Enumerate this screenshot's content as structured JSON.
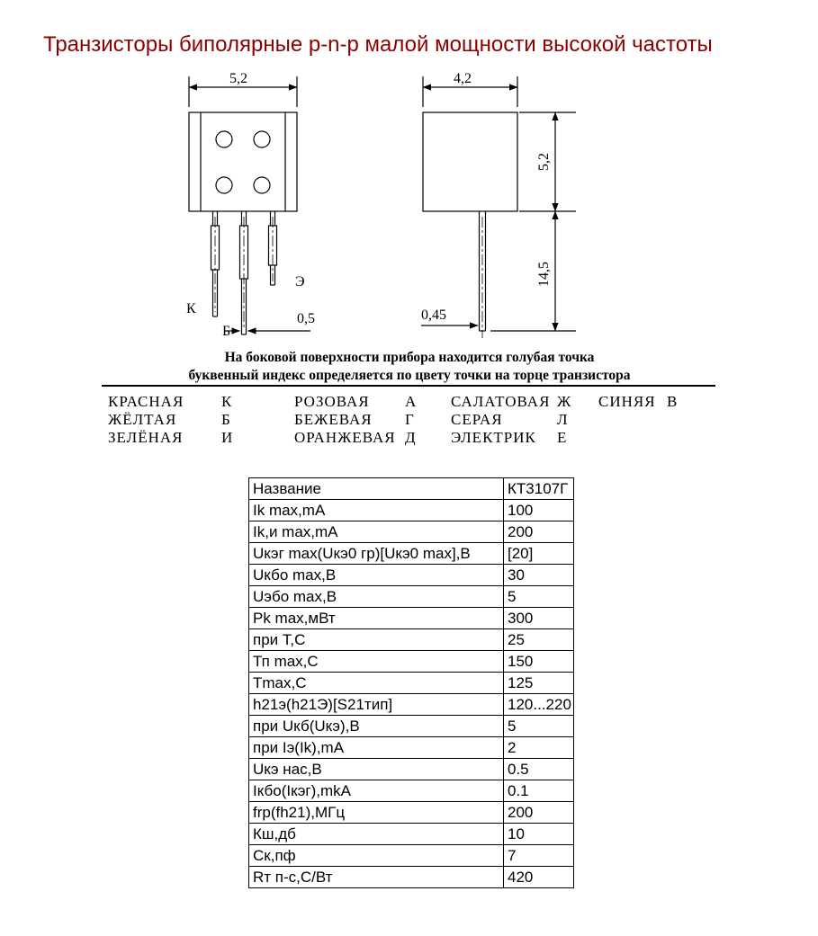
{
  "title": "Транзисторы биполярные p-n-p малой мощности высокой частоты",
  "colors": {
    "title_text": "#8b0000",
    "line": "#000000"
  },
  "drawing": {
    "front_view": {
      "body_width": "5,2",
      "lead_thickness": "0,5",
      "pins": {
        "collector": "К",
        "base": "Б",
        "emitter": "Э"
      }
    },
    "side_view": {
      "body_depth": "4,2",
      "body_height": "5,2",
      "lead_length": "14,5",
      "lead_width": "0,45"
    }
  },
  "notes": {
    "line1": "На боковой поверхности прибора находится голубая точка",
    "line2": "буквенный индекс определяется по цвету точки на торце транзистора"
  },
  "color_code_table": {
    "rows": [
      {
        "c1": "КРАСНАЯ",
        "l1": "К",
        "c2": "РОЗОВАЯ",
        "l2": "А",
        "c3": "САЛАТОВАЯ",
        "l3": "Ж",
        "c4": "СИНЯЯ",
        "l4": "В"
      },
      {
        "c1": "ЖЁЛТАЯ",
        "l1": "Б",
        "c2": "БЕЖЕВАЯ",
        "l2": "Г",
        "c3": "СЕРАЯ",
        "l3": "Л",
        "c4": "",
        "l4": ""
      },
      {
        "c1": "ЗЕЛЁНАЯ",
        "l1": "И",
        "c2": "ОРАНЖЕВАЯ",
        "l2": "Д",
        "c3": "ЭЛЕКТРИК",
        "l3": "Е",
        "c4": "",
        "l4": ""
      }
    ]
  },
  "spec_table": {
    "rows": [
      {
        "param": "Название",
        "value": "КТ3107Г"
      },
      {
        "param": "Ik max,mA",
        "value": "100"
      },
      {
        "param": "Ik,и max,mA",
        "value": "200"
      },
      {
        "param": "Uкэг max(Uкэ0 гр)[Uкэ0 max],В",
        "value": "[20]"
      },
      {
        "param": "Uкбо max,В",
        "value": "30"
      },
      {
        "param": "Uэбо max,В",
        "value": "5"
      },
      {
        "param": "Pk max,мВт",
        "value": "300"
      },
      {
        "param": "при Т,С",
        "value": "25"
      },
      {
        "param": "Тп max,С",
        "value": "150"
      },
      {
        "param": "Тmax,С",
        "value": "125"
      },
      {
        "param": "h21э(h21Э)[S21тип]",
        "value": "120...220"
      },
      {
        "param": "при Uкб(Uкэ),В",
        "value": "5"
      },
      {
        "param": "при Iэ(Ik),mA",
        "value": "2"
      },
      {
        "param": "Uкэ нас,В",
        "value": "0.5"
      },
      {
        "param": "Iкбо(Iкэг),mkA",
        "value": "0.1"
      },
      {
        "param": "frp(fh21),МГц",
        "value": "200"
      },
      {
        "param": "Кш,дб",
        "value": "10"
      },
      {
        "param": "Ск,пф",
        "value": "7"
      },
      {
        "param": "Rт п-с,С/Вт",
        "value": "420"
      }
    ]
  }
}
